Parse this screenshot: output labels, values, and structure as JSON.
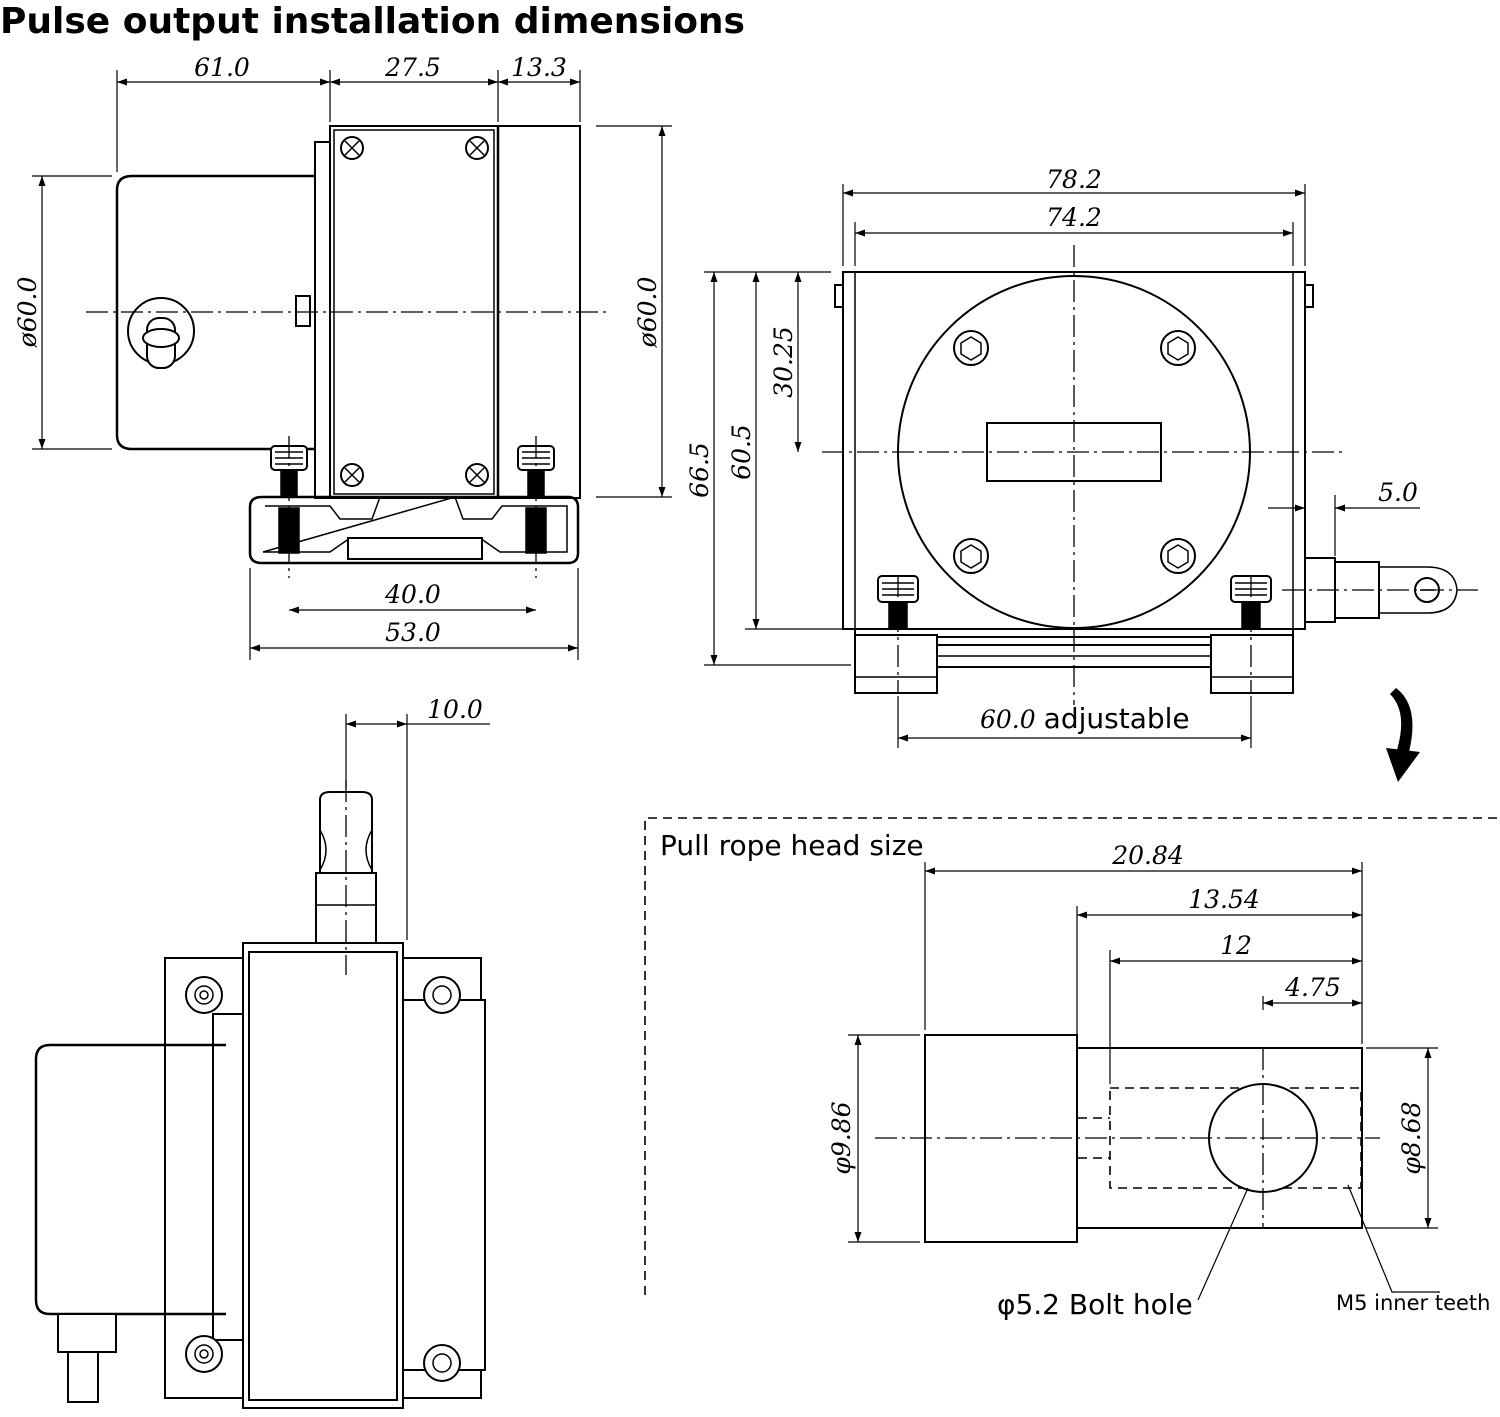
{
  "title": "Pulse output installation dimensions",
  "side_view": {
    "dim_61": "61.0",
    "dim_27_5": "27.5",
    "dim_13_3": "13.3",
    "dia_left": "ø60.0",
    "dia_right": "ø60.0",
    "dim_40": "40.0",
    "dim_53": "53.0"
  },
  "front_view": {
    "dim_78_2": "78.2",
    "dim_74_2": "74.2",
    "dim_66_5": "66.5",
    "dim_60_5": "60.5",
    "dim_30_25": "30.25",
    "dim_5": "5.0",
    "dim_60_value": "60.0",
    "dim_60_word": "adjustable"
  },
  "top_view": {
    "dim_10": "10.0"
  },
  "rope_head": {
    "section_title": "Pull rope head size",
    "dim_20_84": "20.84",
    "dim_13_54": "13.54",
    "dim_12": "12",
    "dim_4_75": "4.75",
    "dia_9_86": "φ9.86",
    "dia_8_68": "φ8.68",
    "bolt_hole_label": "φ5.2 Bolt hole",
    "thread_label": "M5 inner teeth"
  }
}
